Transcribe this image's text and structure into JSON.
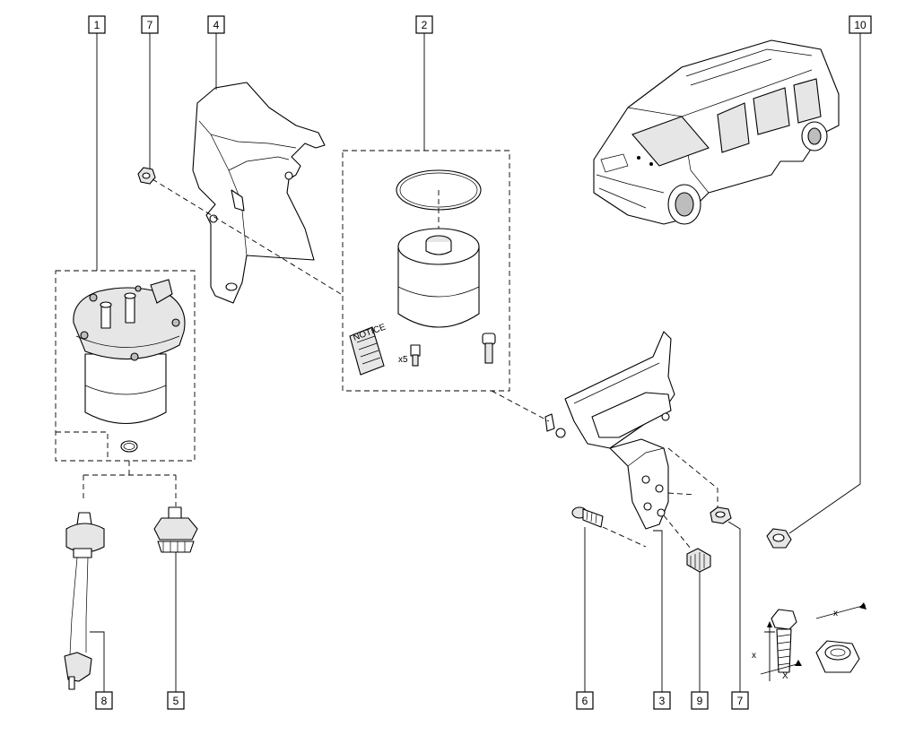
{
  "callouts": {
    "c1": "1",
    "c7a": "7",
    "c4": "4",
    "c2": "2",
    "c10": "10",
    "c8": "8",
    "c5": "5",
    "c6": "6",
    "c3": "3",
    "c9": "9",
    "c7b": "7"
  },
  "kit": {
    "notice_label": "NOTICE",
    "quantity_label": "x5"
  },
  "dimension_labels": {
    "x1": "x",
    "x2": "x",
    "x3": "X"
  }
}
